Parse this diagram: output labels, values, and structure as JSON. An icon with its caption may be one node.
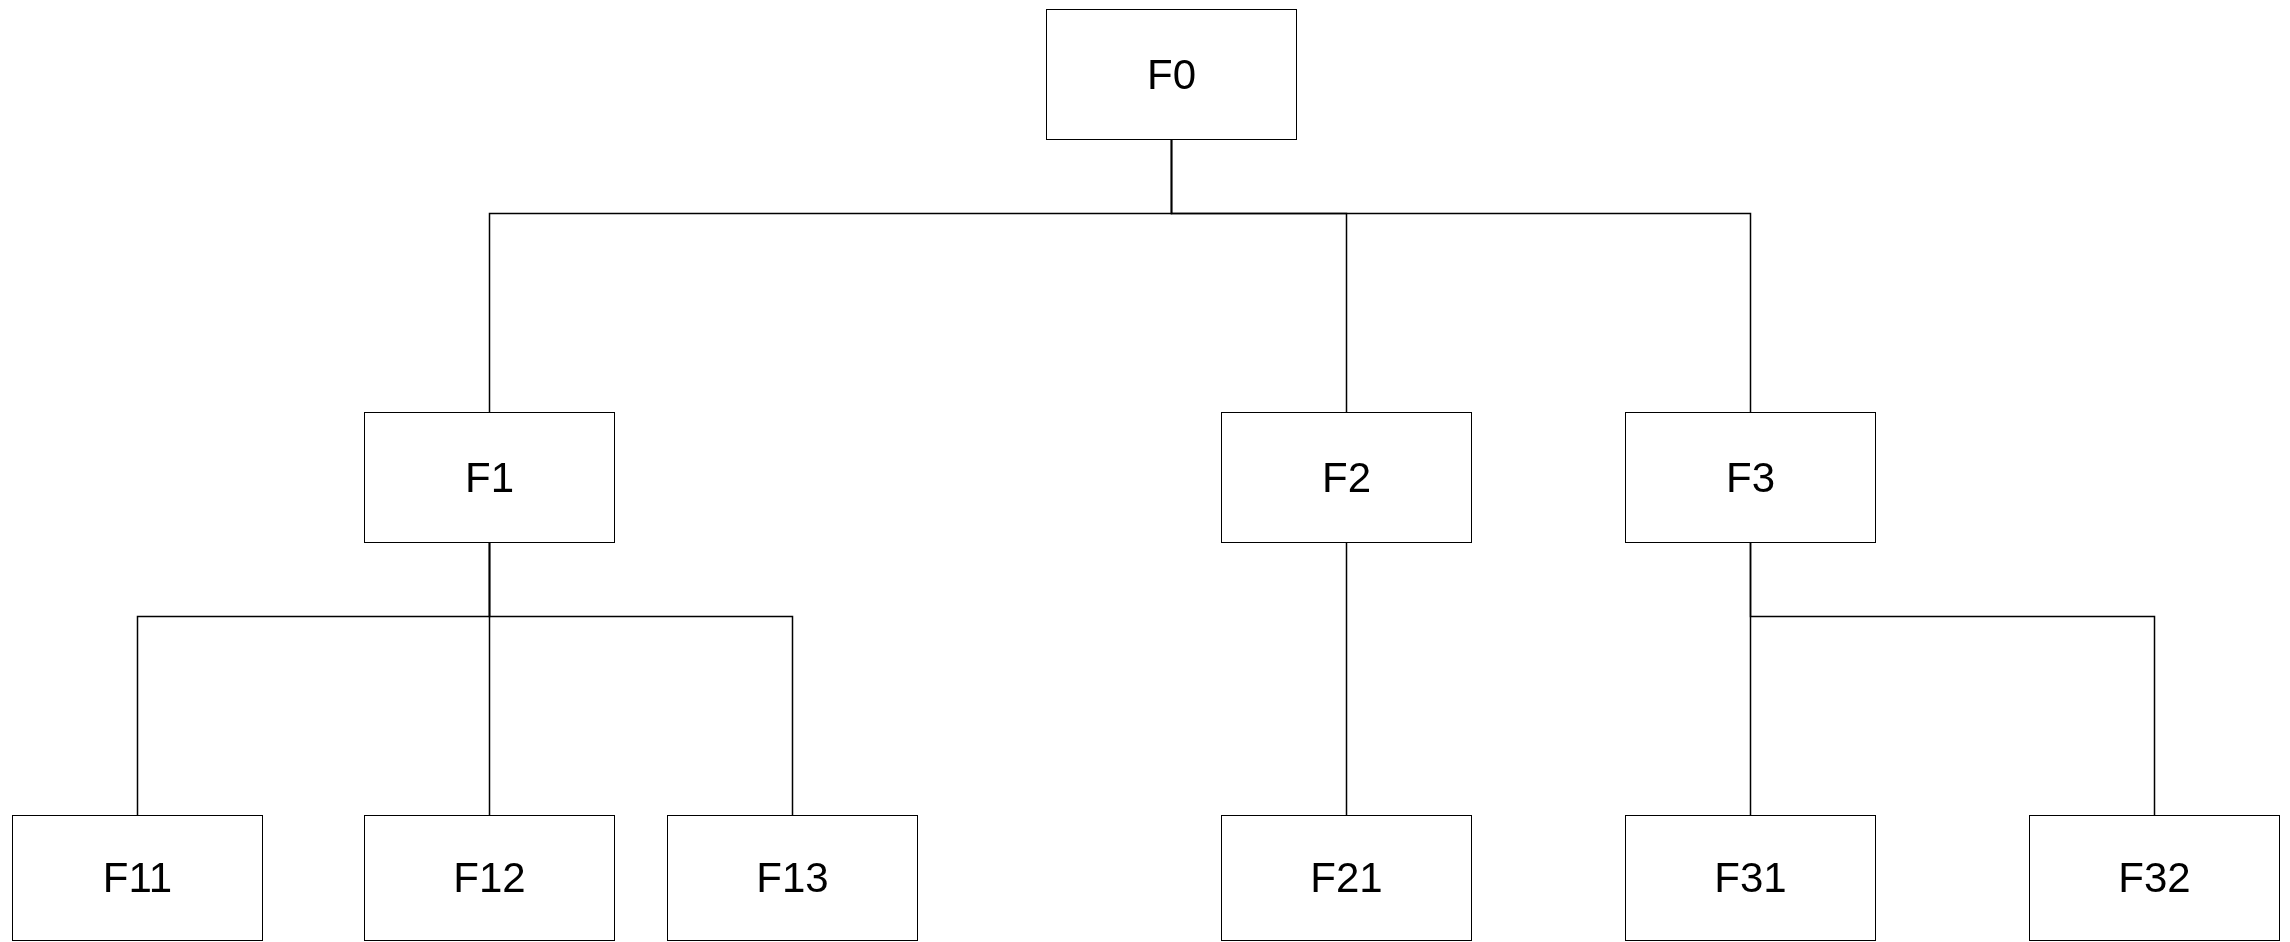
{
  "diagram": {
    "nodes": [
      {
        "text": [
          "F0"
        ]
      },
      {
        "text": [
          "F1"
        ]
      },
      {
        "text": [
          "F2"
        ]
      },
      {
        "text": [
          "F3"
        ]
      },
      {
        "text": [
          "F11"
        ]
      },
      {
        "text": [
          "F12"
        ]
      },
      {
        "text": [
          "F13"
        ]
      },
      {
        "text": [
          "F21"
        ]
      },
      {
        "text": [
          "F31"
        ]
      },
      {
        "text": [
          "F32"
        ]
      }
    ],
    "edges": [
      {
        "from": 0,
        "to": 1,
        "arrow": "none"
      },
      {
        "from": 0,
        "to": 2,
        "arrow": "none"
      },
      {
        "from": 0,
        "to": 3,
        "arrow": "none"
      },
      {
        "from": 1,
        "to": 4,
        "arrow": "none"
      },
      {
        "from": 1,
        "to": 5,
        "arrow": "none"
      },
      {
        "from": 1,
        "to": 6,
        "arrow": "none"
      },
      {
        "from": 2,
        "to": 7,
        "arrow": "none"
      },
      {
        "from": 3,
        "to": 8,
        "arrow": "none"
      },
      {
        "from": 3,
        "to": 9,
        "arrow": "none"
      }
    ]
  }
}
